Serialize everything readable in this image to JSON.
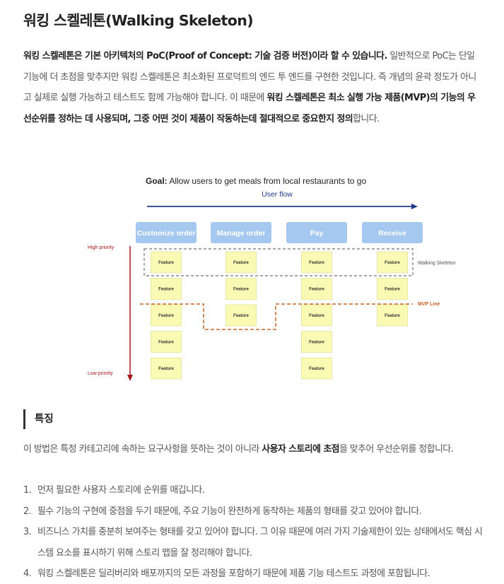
{
  "title": "워킹 스켈레톤(Walking Skeleton)",
  "intro": {
    "b1": "워킹 스켈레톤은 기본 아키텍처의 PoC(Proof of Concept: 기술 검증 버전)이라 할 수 있습니다.",
    "t1": " 일반적으로 PoC는 단일 기능에 더 초점을 맞추지만 워킹 스켈레톤은 최소화된 프로덕트의 엔드 투 엔드를 구현한 것입니다. 즉 개념의 윤곽 정도가 아니고 실제로 실행 가능하고 테스트도 함께 가능해야 합니다. 이 때문에 ",
    "b2": "워킹 스켈레톤은 최소 실행 가능 제품(MVP)의 기능의 우선순위를 정하는 데 사용되며, 그중 어떤 것이 제품이 작동하는데 절대적으로 중요한지 정의",
    "t2": "합니다."
  },
  "diagram": {
    "goal_bold": "Goal:",
    "goal_text": " Allow users to get meals from local restaurants to go",
    "user_flow": "User flow",
    "columns": [
      "Customize order",
      "Manage order",
      "Pay",
      "Receive"
    ],
    "feature_label": "Feature",
    "feature_counts": [
      5,
      3,
      5,
      3
    ],
    "high_priority": "High priority",
    "low_priority": "Low priority",
    "walking_skeleton": "Walking Skeleton",
    "mvp_line": "MVP Line"
  },
  "section": {
    "title": "특징"
  },
  "para": {
    "t1": "이 방법은 특정 카테고리에 속하는 요구사항을 뜻하는 것이 아니라 ",
    "b1": "사용자 스토리에 초점",
    "t2": "을 맞추어 우선순위를 정합니다."
  },
  "list": [
    {
      "num": "1.",
      "text": "먼저 필요한 사용자 스토리에 순위를 매깁니다."
    },
    {
      "num": "2.",
      "text": "필수 기능의 구현에 중점을 두기 때문에, 주요 기능이 완전하게 동작하는 제품의 형태를 갖고 있어야 합니다."
    },
    {
      "num": "3.",
      "text": "비즈니스 가치를 충분히 보여주는 형태를 갖고 있어야 합니다. 그 이유 때문에 여러 가지 기술제한이 있는 상태에서도 핵심 시스템 요소를 표시하기 위해 스토리 맵을 잘 정리해야 합니다."
    },
    {
      "num": "4.",
      "text": "워킹 스켈레톤은 딜리버리와 배포까지의 모든 과정을 포함하기 때문에 제품 기능 테스트도 과정에 포함됩니다."
    }
  ],
  "colors": {
    "header_box": "#a4c8f0",
    "feature_fill": "#fafab4",
    "feature_border": "#e3e39a",
    "arrow_blue": "#1f3a8a",
    "priority_red": "#a8171a",
    "mvp_orange": "#c8652a"
  }
}
